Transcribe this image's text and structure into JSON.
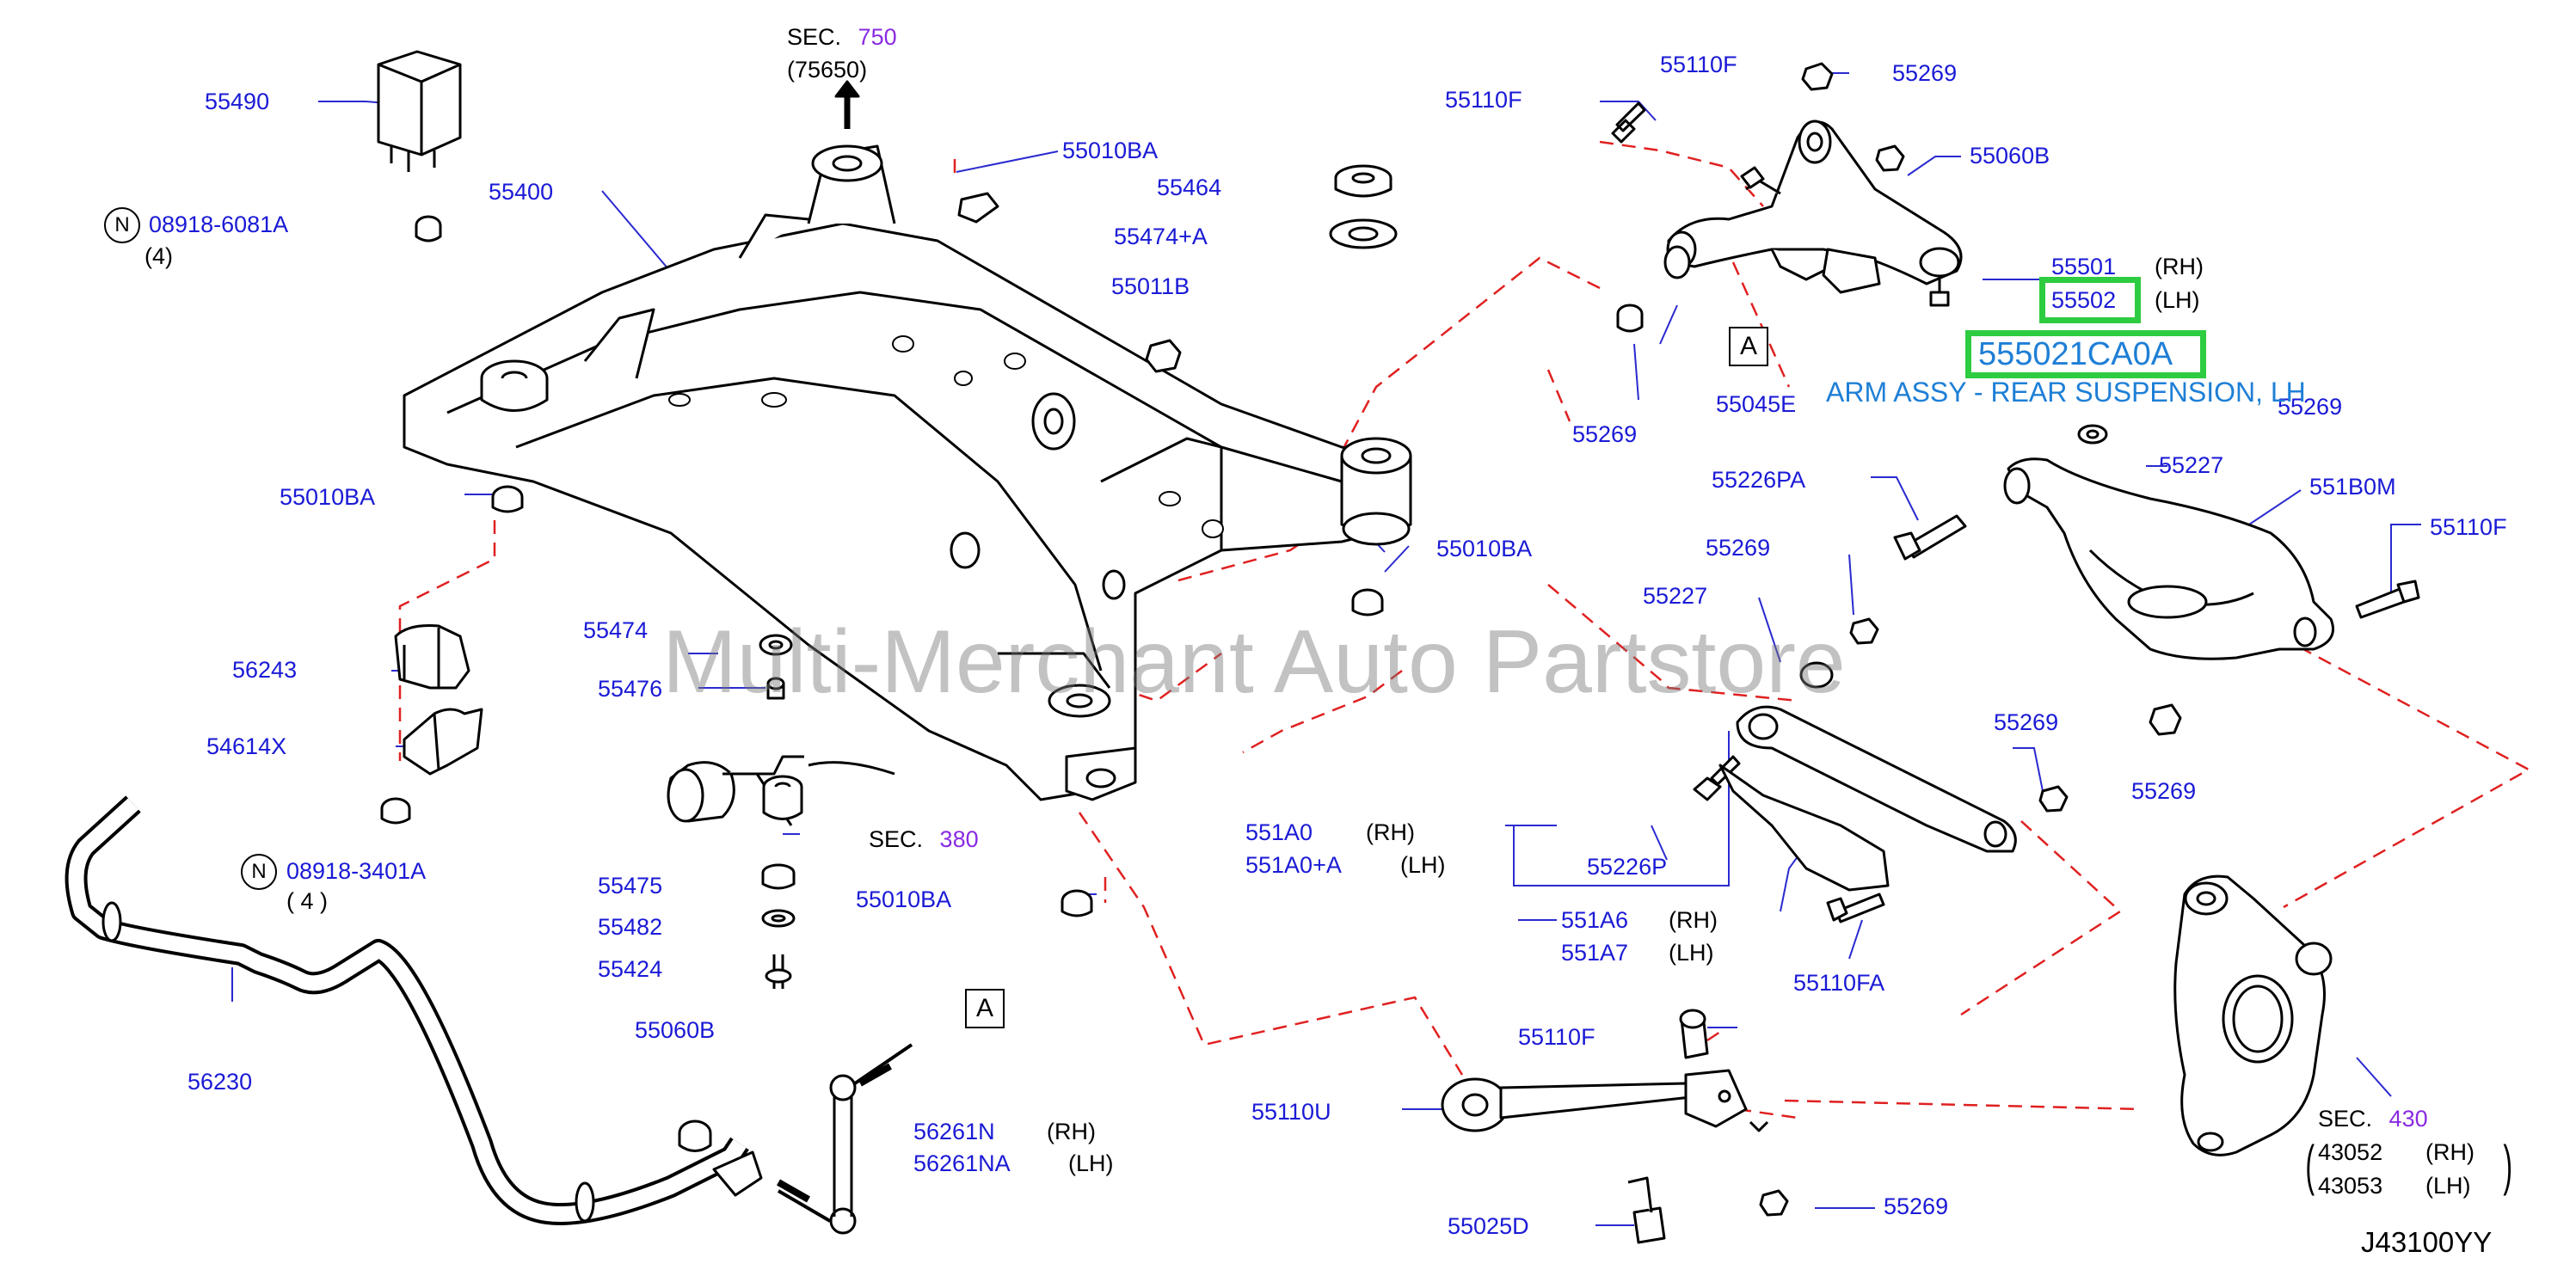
{
  "diagram": {
    "code": "J43100YY",
    "watermark": "Multi-Merchant Auto Partstore",
    "highlight": {
      "part_number": "555021CA0A",
      "description": "ARM ASSY - REAR SUSPENSION, LH"
    },
    "sections": [
      {
        "prefix": "SEC.",
        "number": "750",
        "extra": "(75650)"
      },
      {
        "prefix": "SEC.",
        "number": "380"
      },
      {
        "prefix": "SEC.",
        "number": "430",
        "variants": [
          {
            "code": "43052",
            "side": "(RH)"
          },
          {
            "code": "43053",
            "side": "(LH)"
          }
        ]
      }
    ],
    "n_marks": [
      {
        "symbol": "N",
        "code": "08918-6081A",
        "qty": "(4)"
      },
      {
        "symbol": "N",
        "code": "08918-3401A",
        "qty": "( 4 )"
      }
    ],
    "ref_marker": "A",
    "parts": [
      {
        "num": "55490"
      },
      {
        "num": "55400"
      },
      {
        "num": "55010BA"
      },
      {
        "num": "55464"
      },
      {
        "num": "55474+A"
      },
      {
        "num": "55011B"
      },
      {
        "num": "55010BA"
      },
      {
        "num": "55010BA"
      },
      {
        "num": "55010BA"
      },
      {
        "num": "56243"
      },
      {
        "num": "54614X"
      },
      {
        "num": "55474"
      },
      {
        "num": "55476"
      },
      {
        "num": "55475"
      },
      {
        "num": "55482"
      },
      {
        "num": "55424"
      },
      {
        "num": "56230"
      },
      {
        "num": "55060B"
      },
      {
        "num": "56261N",
        "side": "(RH)"
      },
      {
        "num": "56261NA",
        "side": "(LH)"
      },
      {
        "num": "55110F"
      },
      {
        "num": "55110F"
      },
      {
        "num": "55269"
      },
      {
        "num": "55060B"
      },
      {
        "num": "55501",
        "side": "(RH)"
      },
      {
        "num": "55502",
        "side": "(LH)"
      },
      {
        "num": "55269"
      },
      {
        "num": "55045E"
      },
      {
        "num": "55269"
      },
      {
        "num": "55227"
      },
      {
        "num": "55226PA"
      },
      {
        "num": "551B0M"
      },
      {
        "num": "55110F"
      },
      {
        "num": "55269"
      },
      {
        "num": "55227"
      },
      {
        "num": "55269"
      },
      {
        "num": "55269"
      },
      {
        "num": "551A0",
        "side": "(RH)"
      },
      {
        "num": "551A0+A",
        "side": "(LH)"
      },
      {
        "num": "55226P"
      },
      {
        "num": "551A6",
        "side": "(RH)"
      },
      {
        "num": "551A7",
        "side": "(LH)"
      },
      {
        "num": "55110FA"
      },
      {
        "num": "55110F"
      },
      {
        "num": "55110U"
      },
      {
        "num": "55269"
      },
      {
        "num": "55025D"
      }
    ]
  }
}
